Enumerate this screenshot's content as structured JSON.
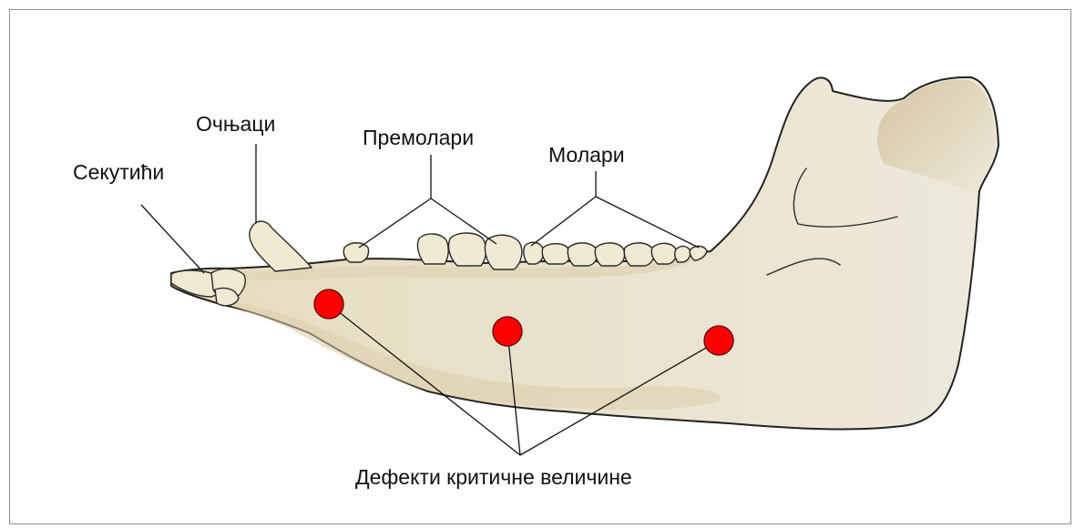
{
  "labels": {
    "incisors": "Секутићи",
    "canines": "Очњаци",
    "premolars": "Премолари",
    "molars": "Молари",
    "defects": "Дефекти критичне величине"
  },
  "colors": {
    "bone_light": "#ece7d8",
    "bone_mid": "#e3d8bd",
    "bone_shade": "#d6c6a1",
    "tooth": "#f1ead2",
    "defect_marker": "#ff0000"
  }
}
